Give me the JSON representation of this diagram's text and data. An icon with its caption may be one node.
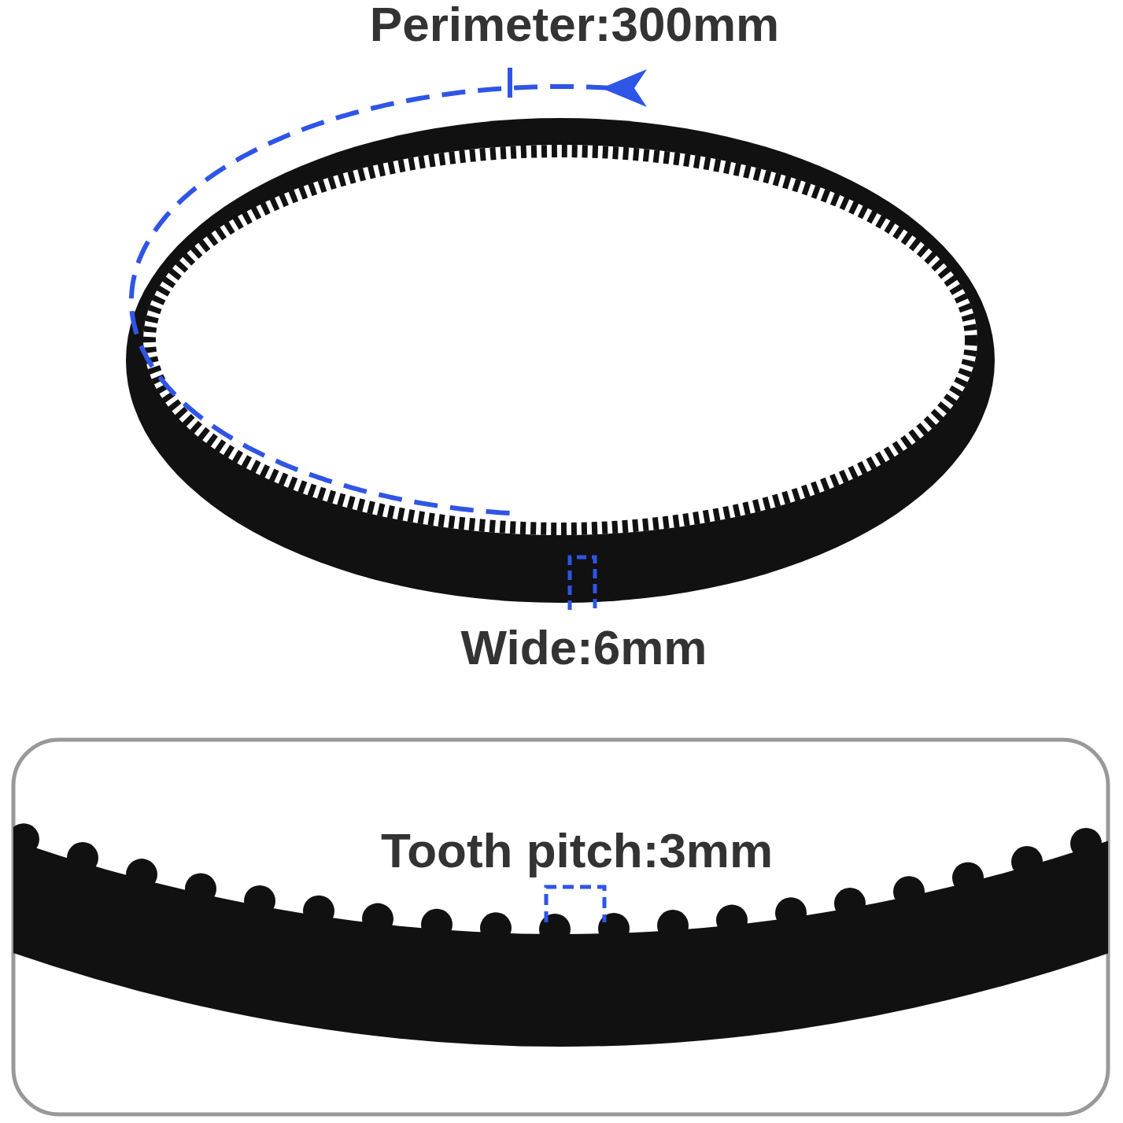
{
  "diagram": {
    "labels": [
      "Perimeter:300mm",
      "Wide:6mm",
      "Tooth pitch:3mm"
    ]
  }
}
